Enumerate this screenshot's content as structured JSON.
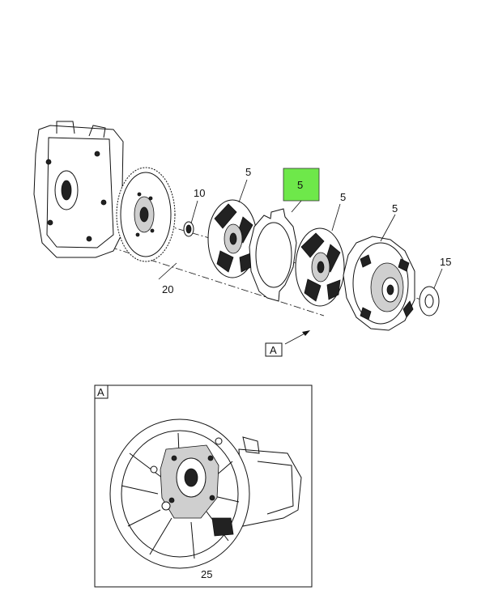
{
  "callouts": {
    "flywheel_housing_bolt": "20",
    "pilot_bearing": "10",
    "disc_front": "5",
    "intermediate_plate": "5",
    "disc_rear": "5",
    "pressure_plate": "5",
    "release_bearing_washer": "15",
    "detail_release_fork": "25"
  },
  "detail_view": {
    "label": "A",
    "pointer_label": "A"
  },
  "colors": {
    "highlight": "#6ee84a",
    "line": "#111111"
  }
}
